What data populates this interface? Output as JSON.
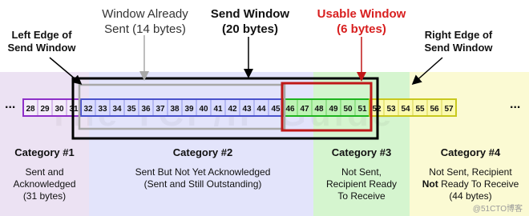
{
  "annotations": {
    "left_edge": {
      "line1": "Left Edge of",
      "line2": "Send Window"
    },
    "already_sent": {
      "line1": "Window Already",
      "line2": "Sent (14 bytes)"
    },
    "send_window": {
      "line1": "Send Window",
      "line2": "(20 bytes)"
    },
    "usable_window": {
      "line1": "Usable Window",
      "line2": "(6 bytes)"
    },
    "right_edge": {
      "line1": "Right Edge of",
      "line2": "Send Window"
    }
  },
  "ellipsis": "...",
  "bytes": {
    "category1": [
      "28",
      "29",
      "30",
      "31"
    ],
    "category2": [
      "32",
      "33",
      "34",
      "35",
      "36",
      "37",
      "38",
      "39",
      "40",
      "41",
      "42",
      "43",
      "44",
      "45"
    ],
    "category3": [
      "46",
      "47",
      "48",
      "49",
      "50",
      "51"
    ],
    "category4": [
      "52",
      "53",
      "54",
      "55",
      "56",
      "57"
    ]
  },
  "categories": [
    {
      "title": "Category #1",
      "lines": [
        "Sent and",
        "Acknowledged",
        "(31 bytes)"
      ]
    },
    {
      "title": "Category #2",
      "lines": [
        "Sent But Not Yet Acknowledged",
        "(Sent and Still Outstanding)"
      ]
    },
    {
      "title": "Category #3",
      "lines": [
        "Not Sent,",
        "Recipient Ready",
        "To Receive"
      ]
    },
    {
      "title": "Category #4",
      "lines_pre": "Not Sent, Recipient",
      "line2_bold": "Not",
      "line2_rest": " Ready To Receive",
      "line3": "(44 bytes)"
    }
  ],
  "watermark": "The TCP/IP Guide",
  "corner_mark": "@51CTO博客",
  "colors": {
    "category1": "#8e2fc8",
    "category2": "#4a52cc",
    "category3": "#1eb41e",
    "category4": "#c8c81e",
    "usable": "#c01818",
    "send_window": "#000000",
    "already_sent": "#a8a8a8"
  }
}
